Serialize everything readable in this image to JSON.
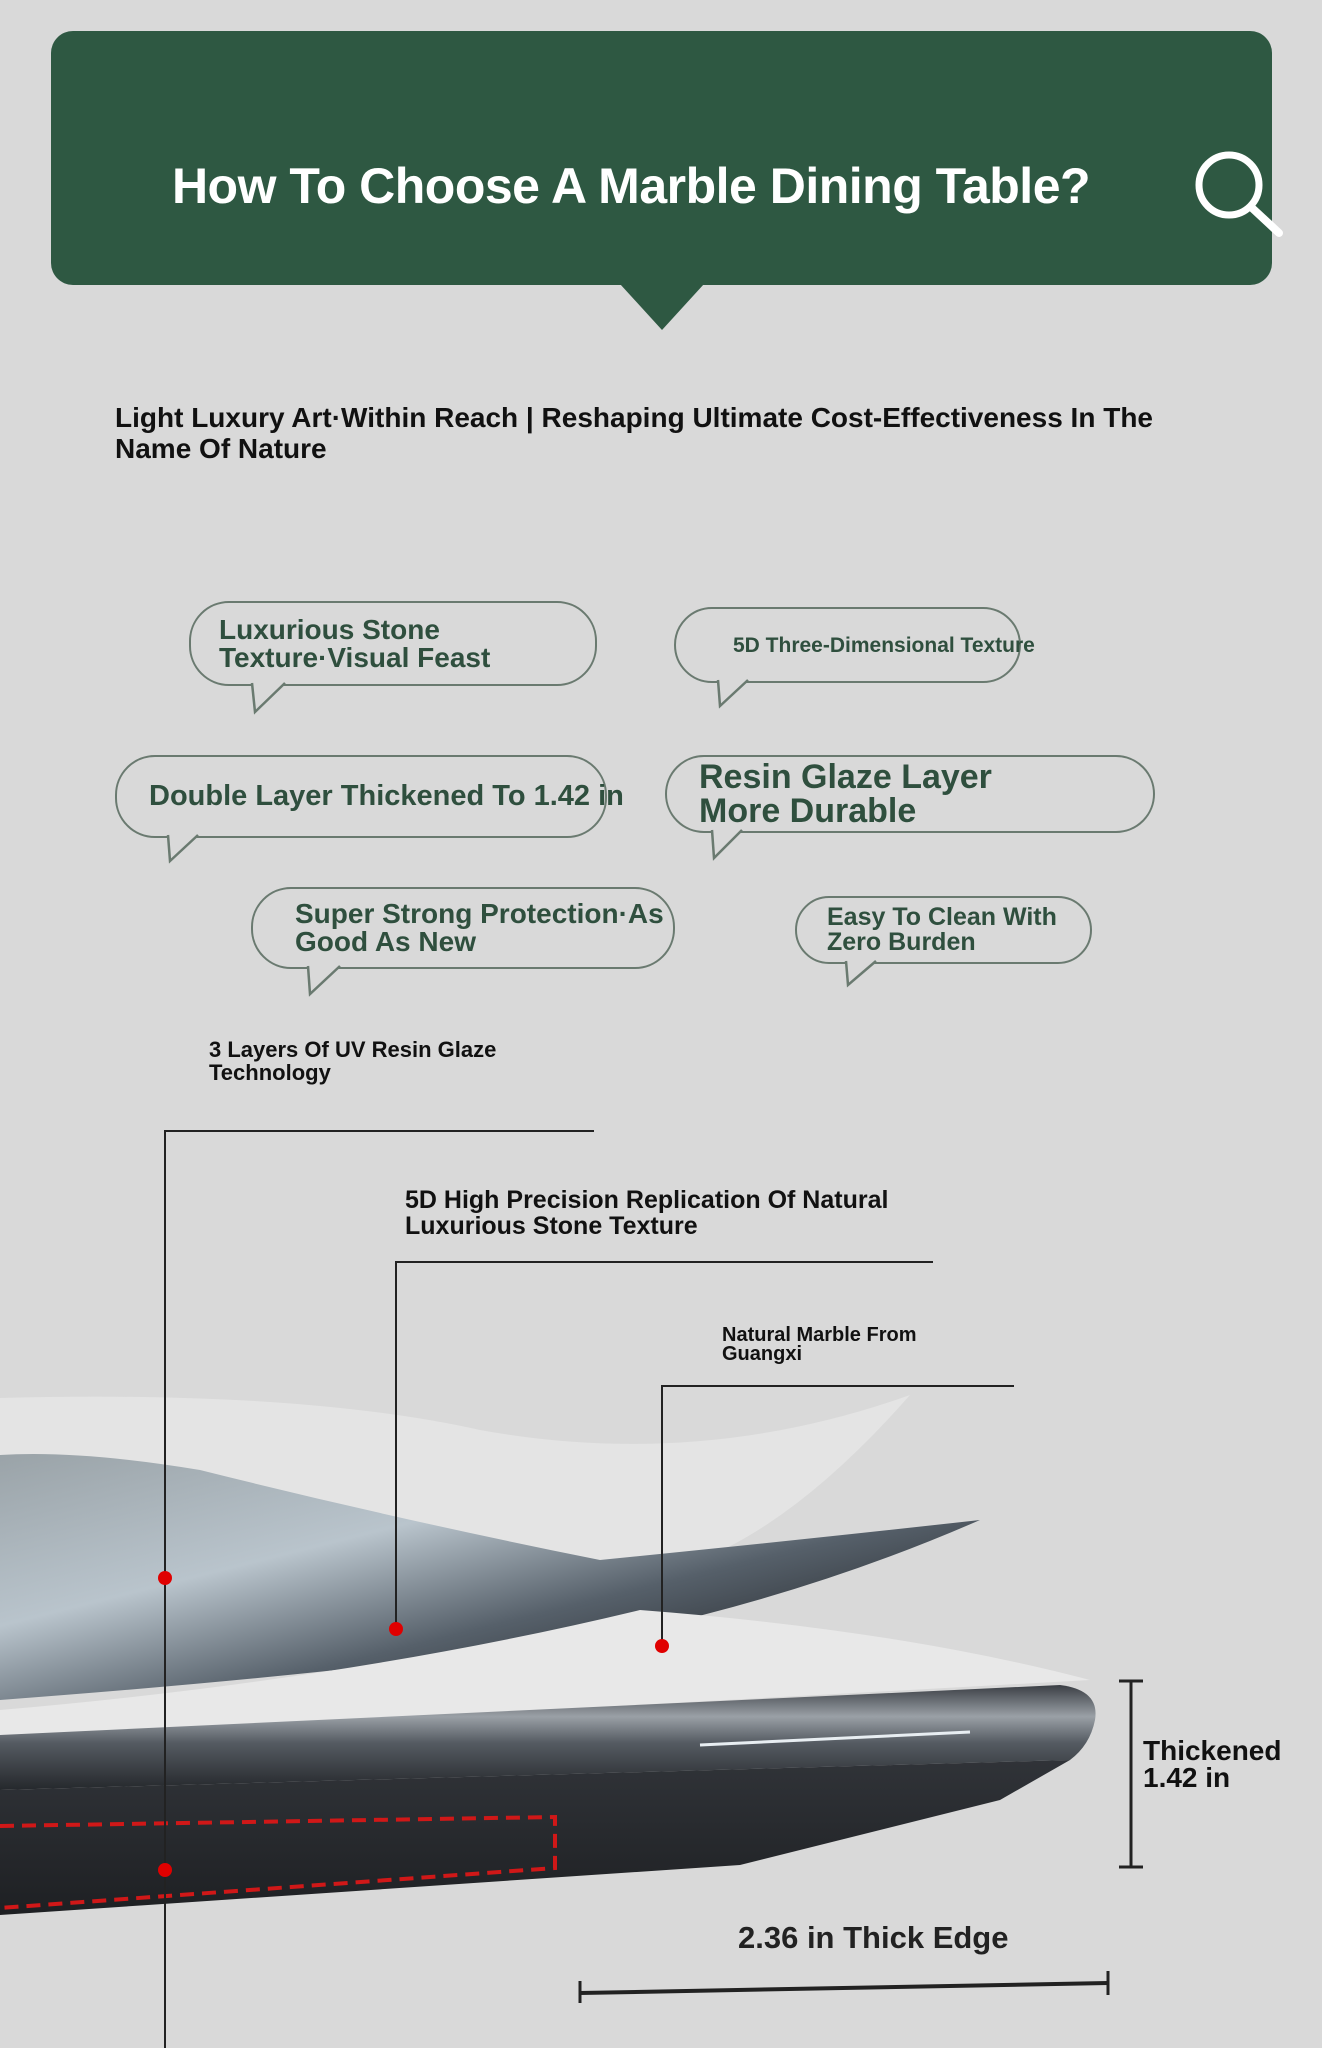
{
  "header": {
    "title": "How To Choose A Marble Dining Table?",
    "icon": "search-icon",
    "color": "#2e5842"
  },
  "subtitle": "Light Luxury Art·Within Reach | Reshaping Ultimate Cost-Effectiveness In The Name Of Nature",
  "features": [
    {
      "label": "Luxurious Stone Texture·Visual Feast"
    },
    {
      "label": "5D Three-Dimensional Texture"
    },
    {
      "label": "Double Layer Thickened To 1.42 in"
    },
    {
      "label": "Resin Glaze Layer More Durable"
    },
    {
      "label": "Super Strong Protection·As Good As New"
    },
    {
      "label": "Easy To Clean With Zero Burden"
    }
  ],
  "callouts": {
    "uv": "3 Layers Of UV Resin Glaze Technology",
    "replication": "5D High Precision Replication Of Natural Luxurious Stone Texture",
    "marble": "Natural Marble From Guangxi",
    "thickened": "Thickened 1.42 in",
    "edge": "2.36 in Thick Edge"
  }
}
